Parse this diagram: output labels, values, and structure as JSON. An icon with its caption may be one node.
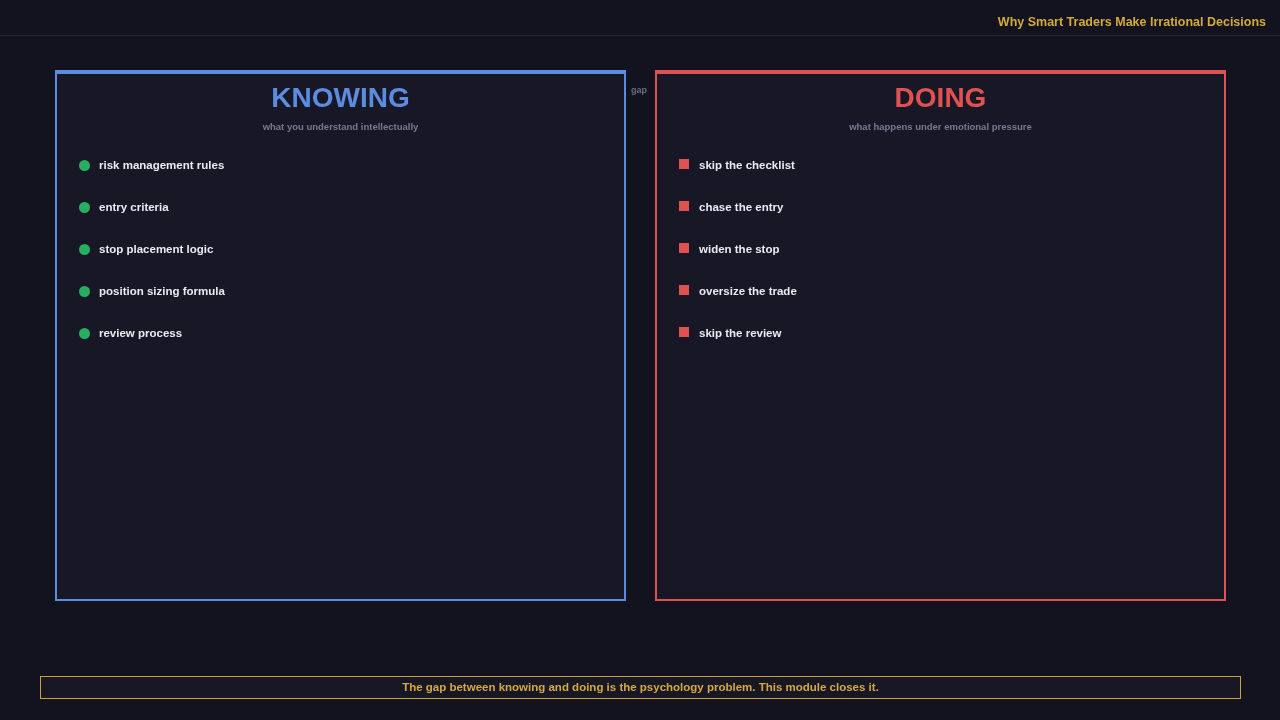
{
  "diagram": {
    "title": "Why Smart Traders Make Irrational Decisions",
    "nodes": [
      {
        "text": [
          "KNOWING",
          "what you understand intellectually",
          "risk management rules",
          "entry criteria",
          "stop placement logic",
          "position sizing formula",
          "review process"
        ]
      },
      {
        "text": [
          "DOING",
          "what happens under emotional pressure",
          "skip the checklist",
          "chase the entry",
          "widen the stop",
          "oversize the trade",
          "skip the review"
        ]
      },
      {
        "text": [
          "The gap between knowing and doing is the psychology problem. This module closes it."
        ]
      }
    ],
    "labels": [
      "gap"
    ]
  }
}
